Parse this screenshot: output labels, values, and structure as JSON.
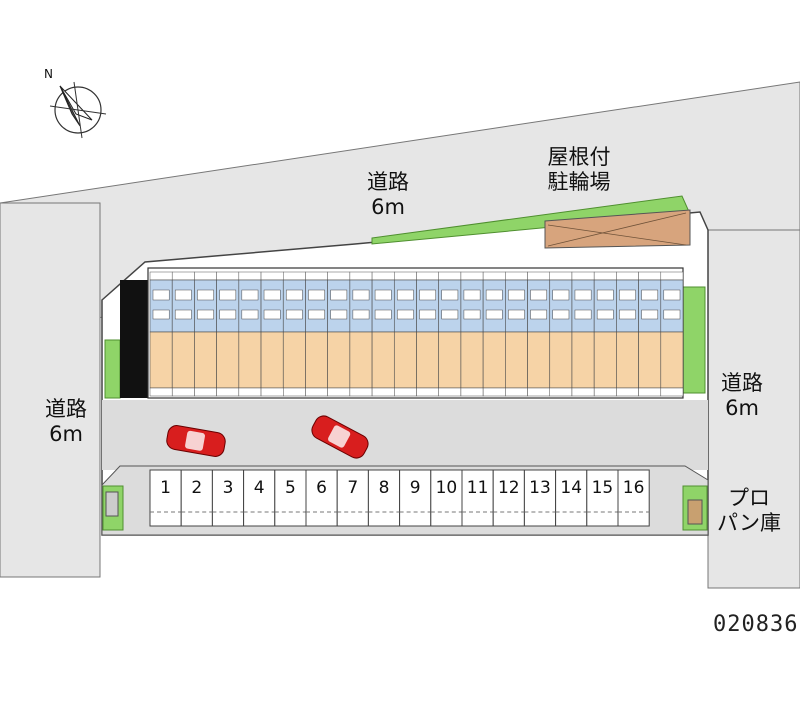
{
  "compass": {
    "north_label": "N"
  },
  "roads": {
    "top": {
      "name": "道路",
      "width": "6m"
    },
    "left": {
      "name": "道路",
      "width": "6m"
    },
    "right": {
      "name": "道路",
      "width": "6m"
    }
  },
  "bicycle_parking": {
    "line1": "屋根付",
    "line2": "駐輪場"
  },
  "propane_storage": {
    "line1": "プロ",
    "line2": "パン庫"
  },
  "parking": {
    "slots": [
      "1",
      "2",
      "3",
      "4",
      "5",
      "6",
      "7",
      "8",
      "9",
      "10",
      "11",
      "12",
      "13",
      "14",
      "15",
      "16"
    ]
  },
  "map_code": "020836",
  "colors": {
    "road": "#e6e6e6",
    "unit_blue": "#bcd3ec",
    "unit_orange": "#f6d3a6",
    "green": "#8fd468",
    "bike_shed": "#d7a47d",
    "car": "#d81e1e"
  }
}
